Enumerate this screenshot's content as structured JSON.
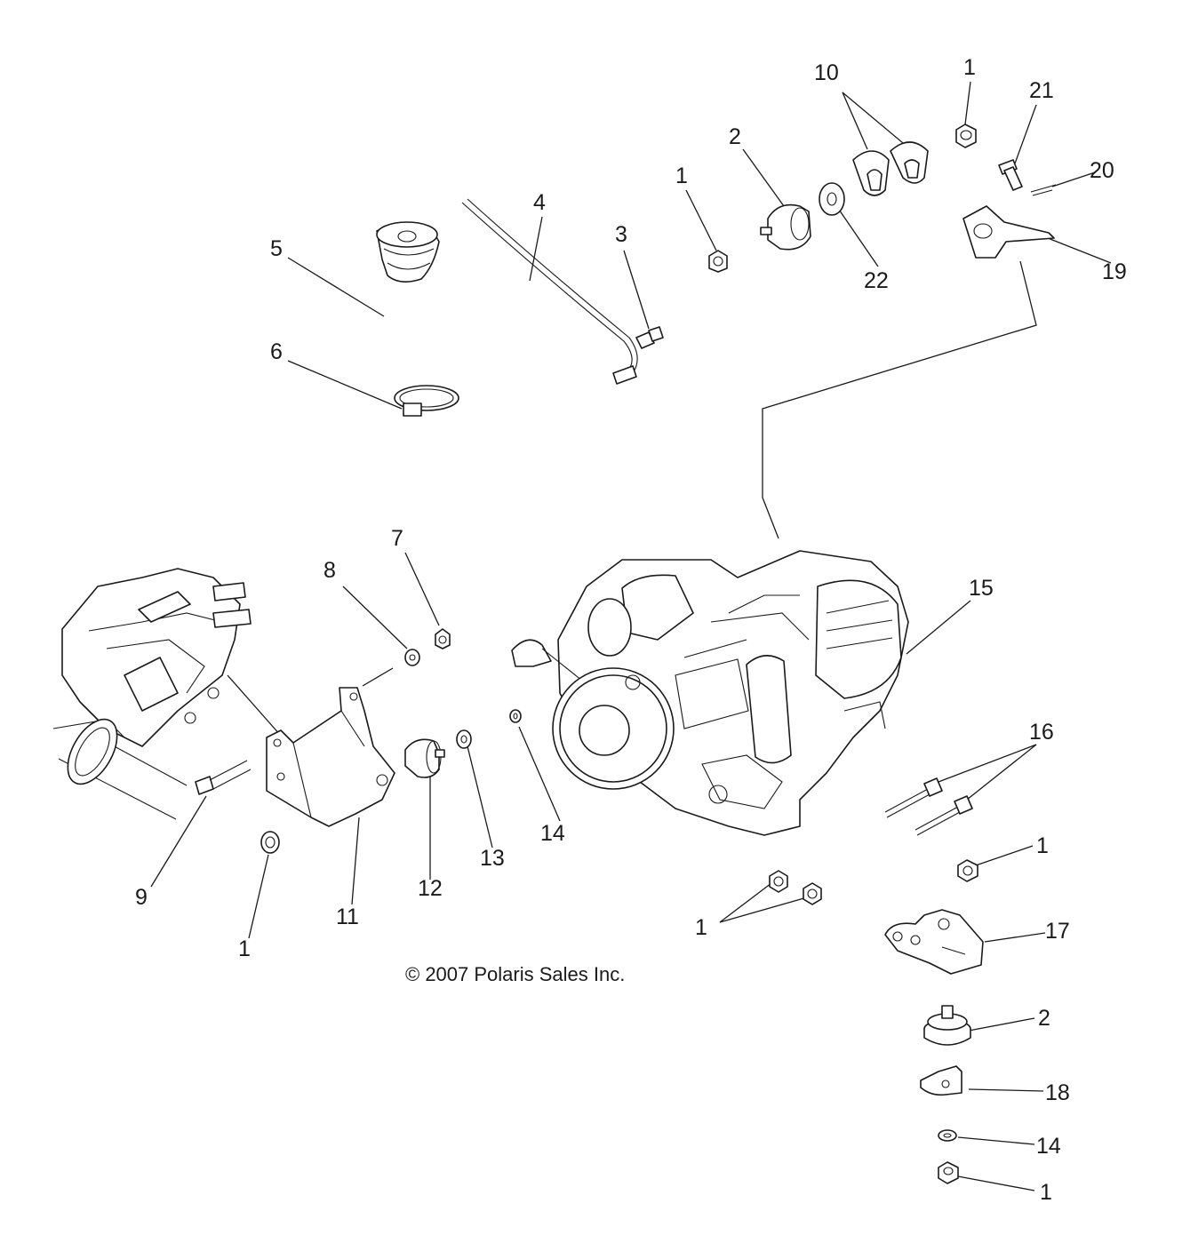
{
  "copyright": "© 2007 Polaris Sales Inc.",
  "callouts": [
    {
      "id": "c-10",
      "label": "10"
    },
    {
      "id": "c-1-top",
      "label": "1"
    },
    {
      "id": "c-21",
      "label": "21"
    },
    {
      "id": "c-2-top",
      "label": "2"
    },
    {
      "id": "c-20",
      "label": "20"
    },
    {
      "id": "c-1-upper",
      "label": "1"
    },
    {
      "id": "c-4",
      "label": "4"
    },
    {
      "id": "c-3",
      "label": "3"
    },
    {
      "id": "c-5",
      "label": "5"
    },
    {
      "id": "c-19",
      "label": "19"
    },
    {
      "id": "c-22",
      "label": "22"
    },
    {
      "id": "c-6",
      "label": "6"
    },
    {
      "id": "c-7",
      "label": "7"
    },
    {
      "id": "c-8",
      "label": "8"
    },
    {
      "id": "c-15",
      "label": "15"
    },
    {
      "id": "c-16",
      "label": "16"
    },
    {
      "id": "c-14-mid",
      "label": "14"
    },
    {
      "id": "c-13",
      "label": "13"
    },
    {
      "id": "c-1-right",
      "label": "1"
    },
    {
      "id": "c-12",
      "label": "12"
    },
    {
      "id": "c-9",
      "label": "9"
    },
    {
      "id": "c-11",
      "label": "11"
    },
    {
      "id": "c-1-mid",
      "label": "1"
    },
    {
      "id": "c-17",
      "label": "17"
    },
    {
      "id": "c-1-left",
      "label": "1"
    },
    {
      "id": "c-2-bottom",
      "label": "2"
    },
    {
      "id": "c-18",
      "label": "18"
    },
    {
      "id": "c-14-bottom",
      "label": "14"
    },
    {
      "id": "c-1-bottom",
      "label": "1"
    }
  ]
}
